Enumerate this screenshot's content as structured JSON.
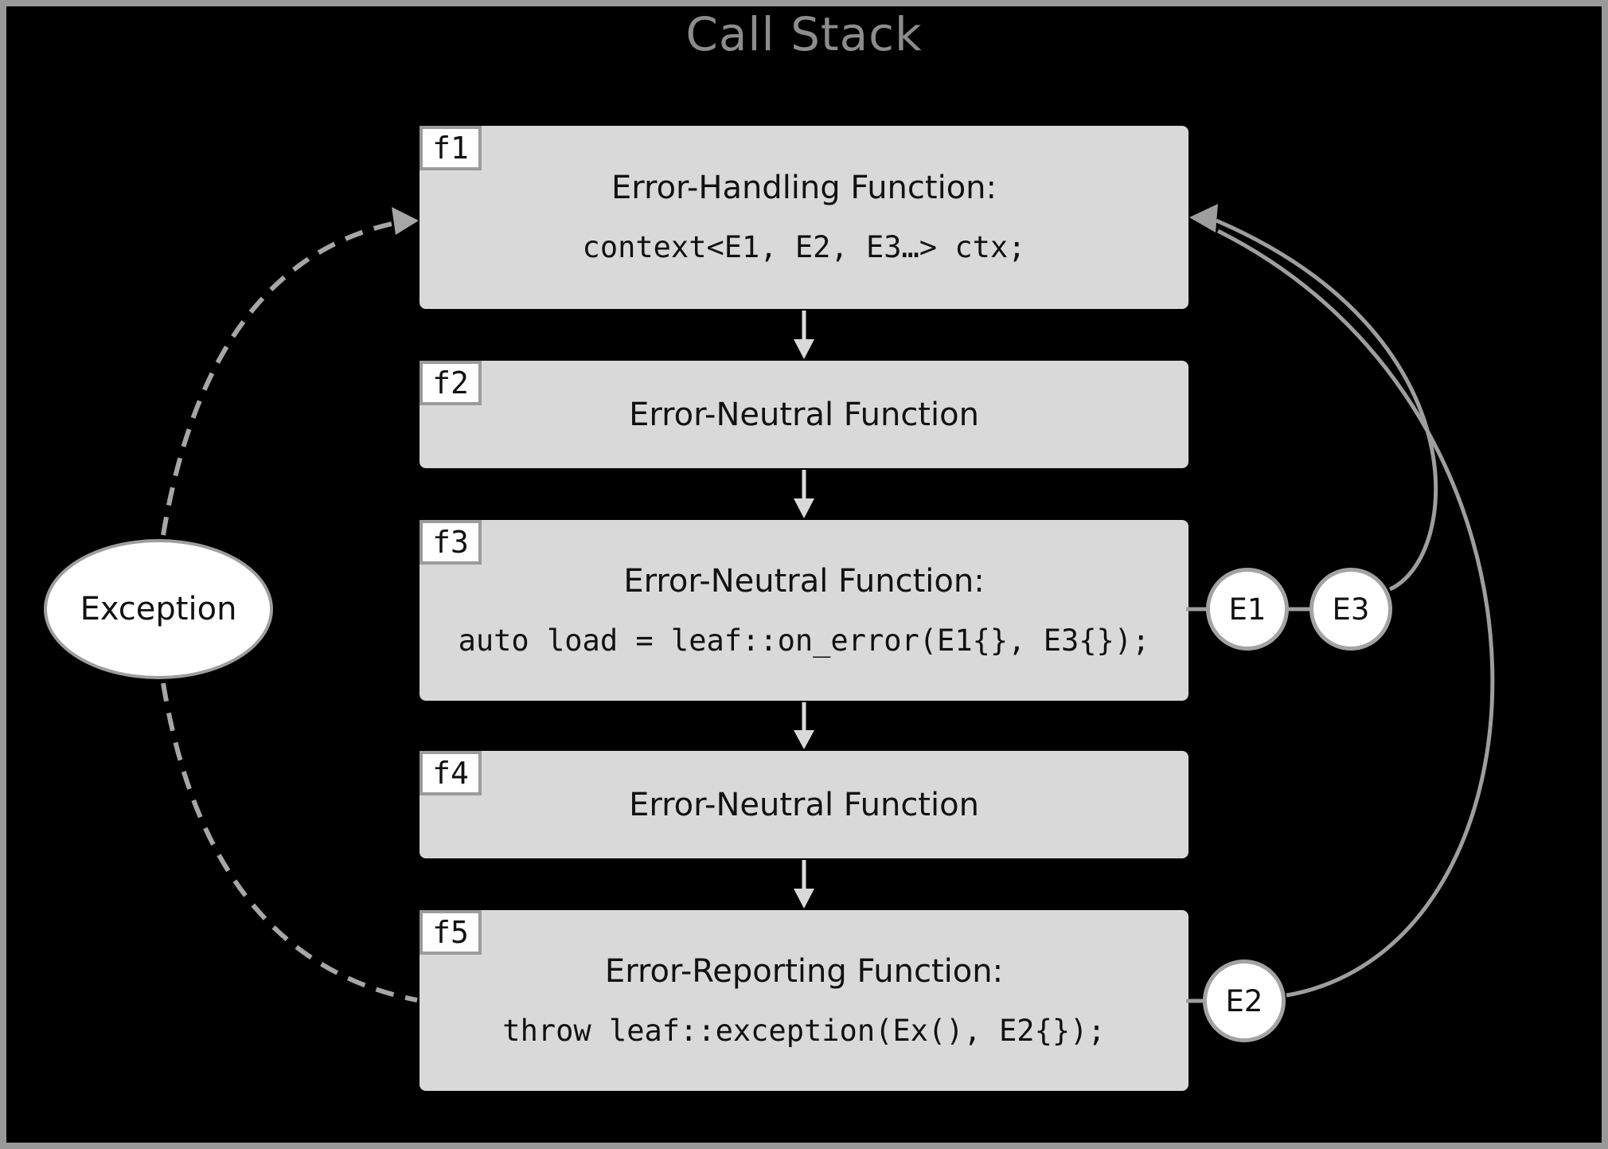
{
  "title": "Call Stack",
  "boxes": [
    {
      "label": "f1",
      "heading": "Error-Handling Function:",
      "code": "context<E1, E2, E3…> ctx;"
    },
    {
      "label": "f2",
      "heading": "Error-Neutral Function"
    },
    {
      "label": "f3",
      "heading": "Error-Neutral Function:",
      "code": "auto load = leaf::on_error(E1{}, E3{});"
    },
    {
      "label": "f4",
      "heading": "Error-Neutral Function"
    },
    {
      "label": "f5",
      "heading": "Error-Reporting Function:",
      "code": "throw leaf::exception(Ex(), E2{});"
    }
  ],
  "nodes": {
    "exception": {
      "label": "Exception"
    },
    "e1": {
      "label": "E1"
    },
    "e3": {
      "label": "E3"
    },
    "e2": {
      "label": "E2"
    }
  },
  "colors": {
    "background": "#000000",
    "frame": "#999999",
    "box_fill": "#d9d9d9",
    "node_fill": "#ffffff",
    "solid_stroke": "#9e9e9e",
    "dashed_stroke": "#a6a6a6",
    "call_arrow": "#d9d9d9",
    "title_text": "#8c8c8c",
    "body_text": "#111111"
  }
}
